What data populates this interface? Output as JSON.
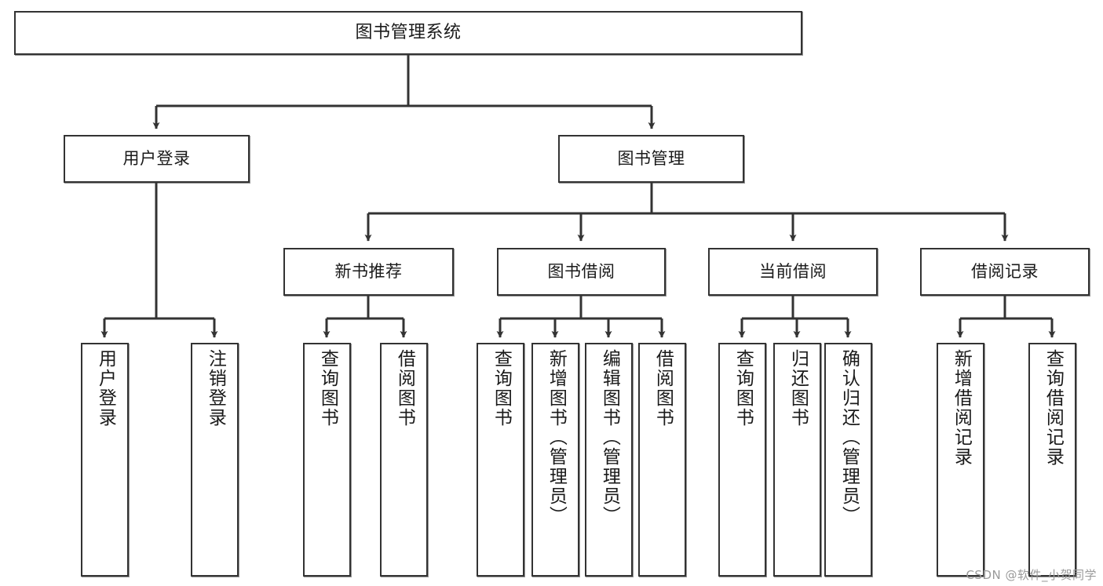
{
  "diagram": {
    "title": "图书管理系统",
    "type": "tree",
    "orientation": "top-down",
    "colors": {
      "box_stroke": "#333333",
      "box_fill": "#ffffff",
      "edge": "#333333",
      "text": "#1a1a1a",
      "watermark": "#9a9a9a",
      "background": "#ffffff"
    },
    "nodes": {
      "root": {
        "label": "图书管理系统"
      },
      "level2": [
        {
          "id": "user-login",
          "label": "用户登录"
        },
        {
          "id": "book-management",
          "label": "图书管理"
        }
      ],
      "level3": [
        {
          "id": "new-book-recommend",
          "label": "新书推荐"
        },
        {
          "id": "book-borrow",
          "label": "图书借阅"
        },
        {
          "id": "current-borrow",
          "label": "当前借阅"
        },
        {
          "id": "borrow-record",
          "label": "借阅记录"
        }
      ],
      "leaves": {
        "user-login": [
          {
            "id": "leaf-user-login",
            "label": "用户登录"
          },
          {
            "id": "leaf-logout-login",
            "label": "注销登录"
          }
        ],
        "new-book-recommend": [
          {
            "id": "leaf-query-book-1",
            "label": "查询图书"
          },
          {
            "id": "leaf-borrow-book-1",
            "label": "借阅图书"
          }
        ],
        "book-borrow": [
          {
            "id": "leaf-query-book-2",
            "label": "查询图书"
          },
          {
            "id": "leaf-add-book",
            "label": "新增图书（管理员）"
          },
          {
            "id": "leaf-edit-book",
            "label": "编辑图书（管理员）"
          },
          {
            "id": "leaf-borrow-book-2",
            "label": "借阅图书"
          }
        ],
        "current-borrow": [
          {
            "id": "leaf-query-book-3",
            "label": "查询图书"
          },
          {
            "id": "leaf-return-book",
            "label": "归还图书"
          },
          {
            "id": "leaf-confirm-return",
            "label": "确认归还（管理员）"
          }
        ],
        "borrow-record": [
          {
            "id": "leaf-add-record",
            "label": "新增借阅记录"
          },
          {
            "id": "leaf-query-record",
            "label": "查询借阅记录"
          }
        ]
      }
    }
  },
  "watermark": {
    "text": "CSDN @软件_小贺同学"
  }
}
